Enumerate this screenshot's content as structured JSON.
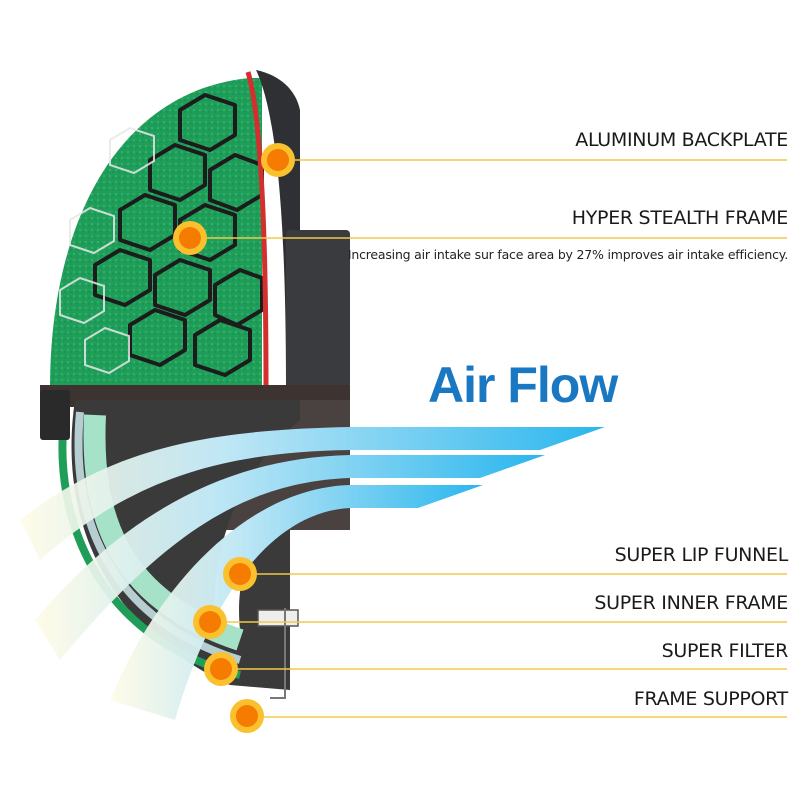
{
  "diagram": {
    "title": "Air Flow",
    "title_color": "#1a78c2",
    "callouts": [
      {
        "id": "aluminum-backplate",
        "label": "ALUMINUM BACKPLATE"
      },
      {
        "id": "hyper-stealth-frame",
        "label": "HYPER STEALTH FRAME",
        "description": "Increasing air intake sur face area by 27% improves air intake efficiency."
      },
      {
        "id": "super-lip-funnel",
        "label": "SUPER LIP FUNNEL"
      },
      {
        "id": "super-inner-frame",
        "label": "SUPER INNER FRAME"
      },
      {
        "id": "super-filter",
        "label": "SUPER FILTER"
      },
      {
        "id": "frame-support",
        "label": "FRAME SUPPORT"
      }
    ],
    "colors": {
      "marker_outer": "#fbc02d",
      "marker_inner": "#f57c00",
      "leader_line": "#f3c84b",
      "filter_green": "#1f9e5a",
      "frame_dark": "#3a3a3a",
      "arrow_blue": "#29b6ee",
      "seal_red": "#d32f2f"
    }
  }
}
